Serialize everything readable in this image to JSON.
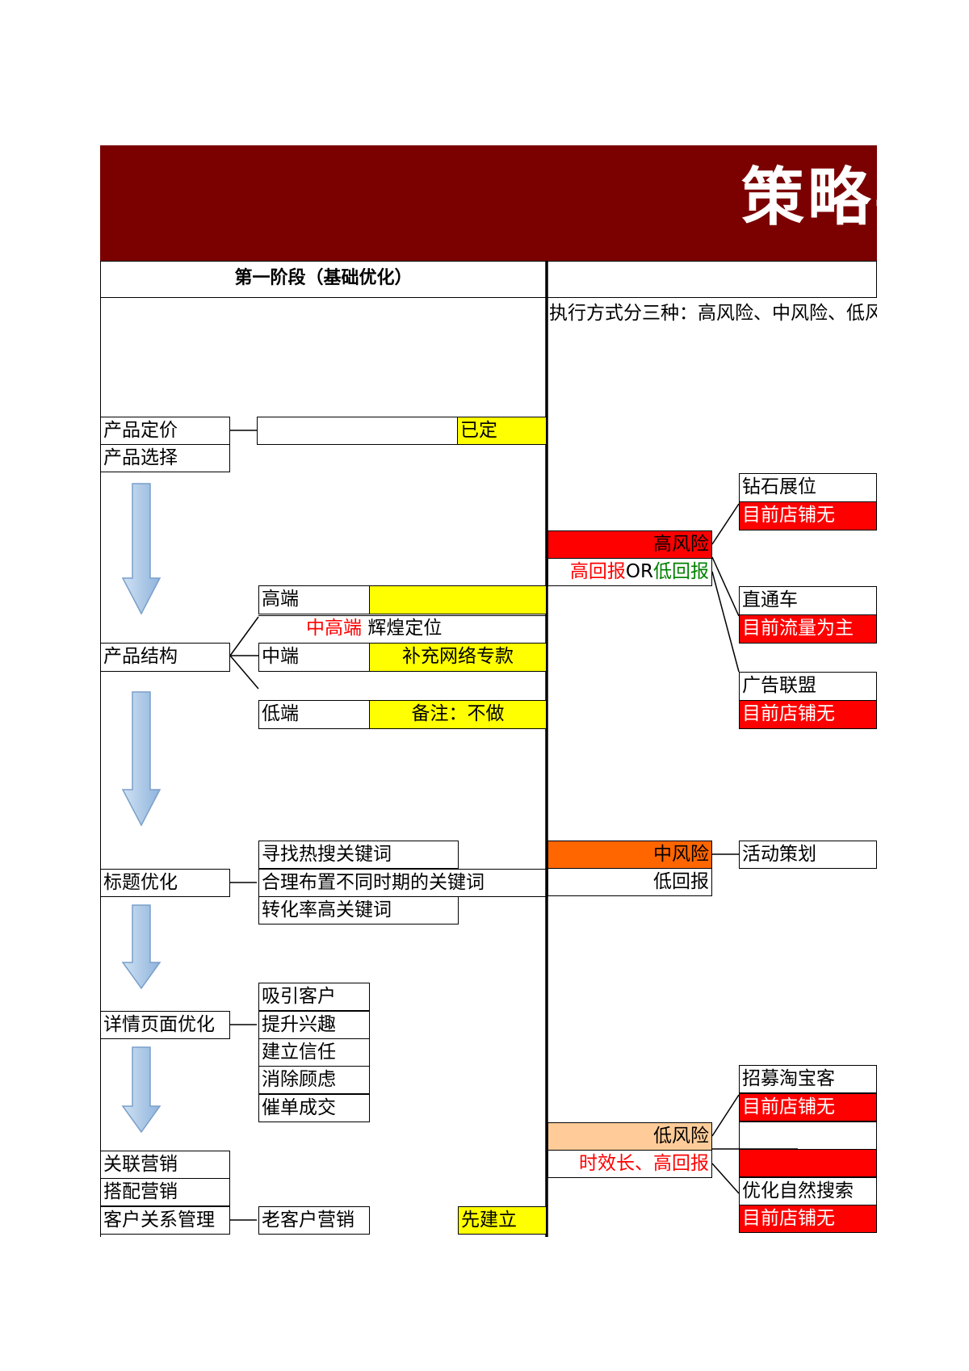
{
  "title": "策略导图",
  "phase1": {
    "header": "第一阶段（基础优化）",
    "pricing": {
      "label": "产品定价",
      "tag": "已定"
    },
    "selection": {
      "label": "产品选择"
    },
    "structure": {
      "label": "产品结构",
      "high": "高端",
      "mid_high_prefix": "中高端",
      "mid_high_text": "辉煌定位",
      "mid": "中端",
      "mid_note": "补充网络专款",
      "low": "低端",
      "low_note": "备注：不做"
    },
    "title_opt": {
      "label": "标题优化",
      "items": [
        "寻找热搜关键词",
        "合理布置不同时期的关键词",
        "转化率高关键词"
      ]
    },
    "detail_opt": {
      "label": "详情页面优化",
      "items": [
        "吸引客户",
        "提升兴趣",
        "建立信任",
        "消除顾虑",
        "催单成交"
      ]
    },
    "related": "关联营销",
    "bundle": "搭配营销",
    "crm": {
      "label": "客户关系管理",
      "sub": "老客户营销",
      "tag": "先建立"
    }
  },
  "phase2": {
    "intro": "执行方式分三种：高风险、中风险、低风险",
    "high": {
      "label": "高风险",
      "return_a": "高回报",
      "return_or": "OR",
      "return_b": "低回报",
      "channels": [
        {
          "name": "钻石展位",
          "status": "目前店铺无"
        },
        {
          "name": "直通车",
          "status": "目前流量为主"
        },
        {
          "name": "广告联盟",
          "status": "目前店铺无"
        }
      ]
    },
    "mid": {
      "label": "中风险",
      "return": "低回报",
      "channel": "活动策划"
    },
    "low": {
      "label": "低风险",
      "return": "时效长、高回报",
      "channels": [
        {
          "name": "招募淘宝客",
          "status": "目前店铺无"
        },
        {
          "name": "",
          "status": ""
        },
        {
          "name": "优化自然搜索",
          "status": "目前店铺无"
        }
      ]
    }
  },
  "colors": {
    "banner": "#7b0000",
    "highlight": "#ffff00",
    "high_risk": "#ff0000",
    "mid_risk": "#ff6600",
    "low_risk": "#ffcc99",
    "arrow": "#a9c8e8"
  },
  "icons": [
    "down-arrow-icon"
  ]
}
